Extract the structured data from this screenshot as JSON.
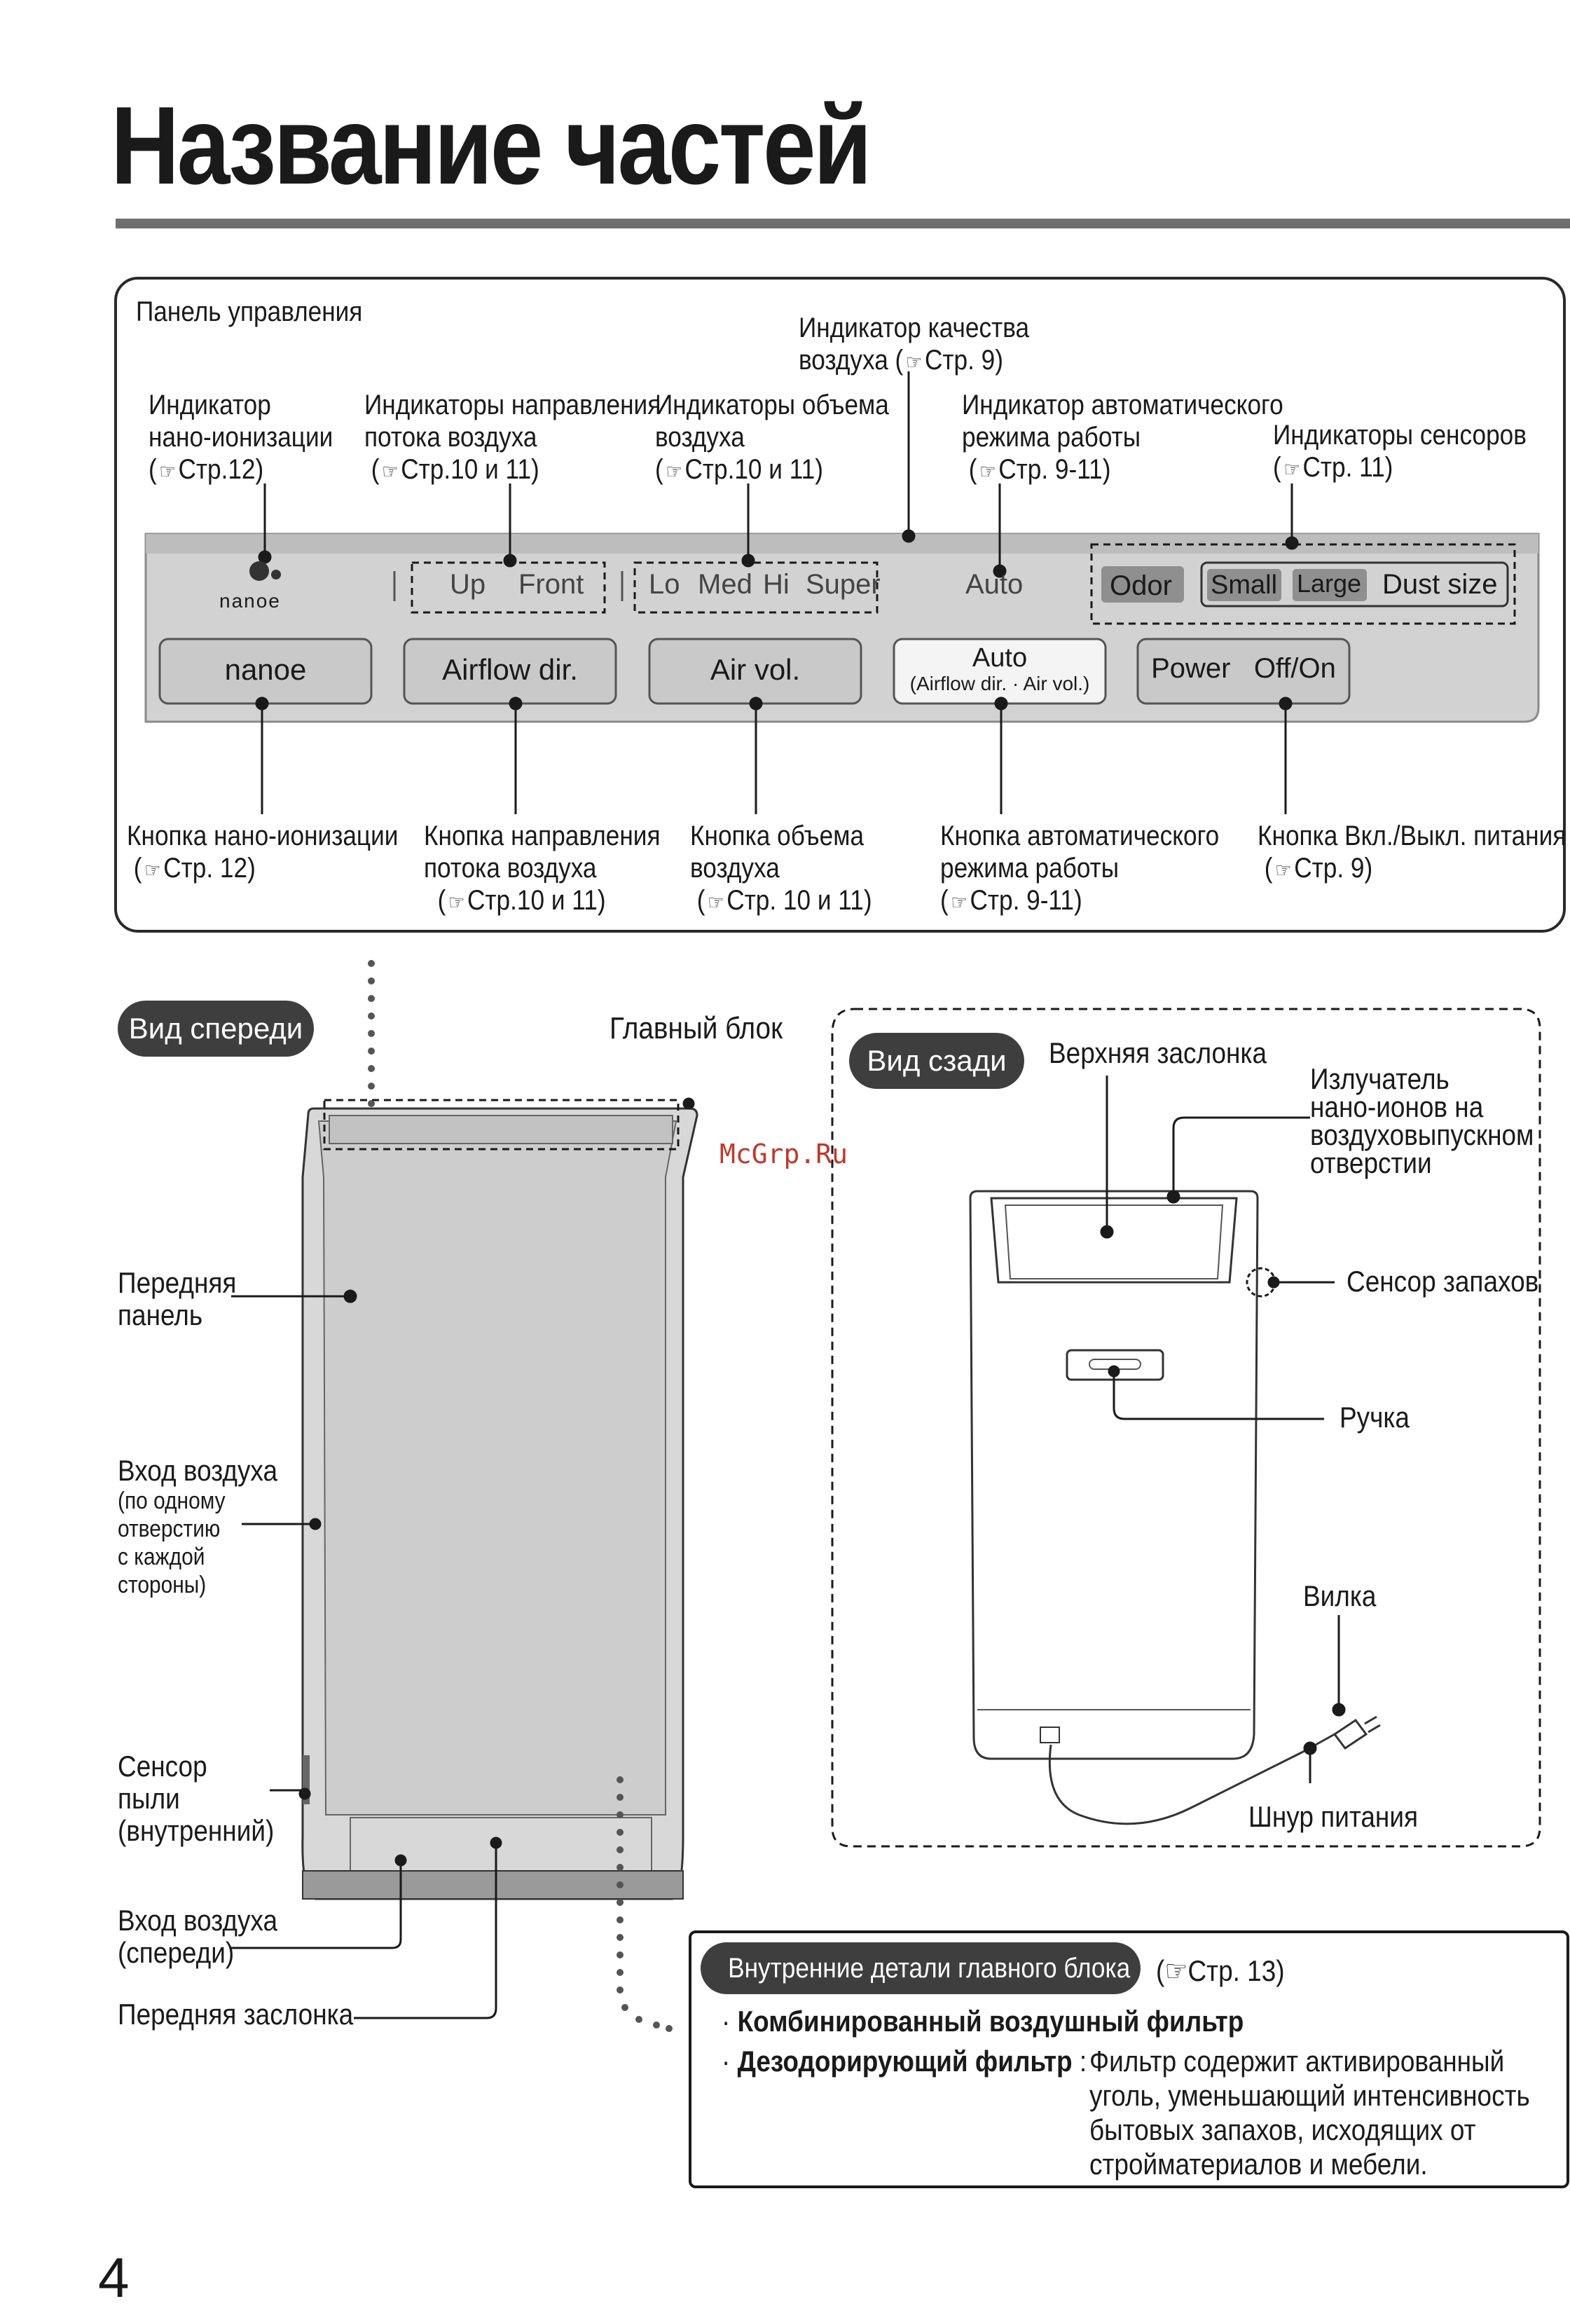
{
  "title": "Название частей",
  "page_number": "4",
  "watermark": "McGrp.Ru",
  "control_panel": {
    "heading": "Панель управления",
    "display": {
      "nanoe_logo": "nanoe",
      "airflow_indicators": [
        "Up",
        "Front"
      ],
      "volume_indicators": [
        "Lo",
        "Med",
        "Hi",
        "Super"
      ],
      "auto_indicator": "Auto",
      "sensor_indicators": [
        "Odor",
        "Small",
        "Large",
        "Dust size"
      ]
    },
    "buttons": {
      "nanoe": "nanoe",
      "airflow": "Airflow dir.",
      "air_vol": "Air vol.",
      "auto_line1": "Auto",
      "auto_line2": "(Airflow dir. · Air vol.)",
      "power": "Power   Off/On"
    },
    "top_labels": {
      "air_quality": {
        "line1": "Индикатор качества",
        "line2": "воздуха (",
        "ref": "Стр. 9)"
      },
      "nano_ion": {
        "line1": "Индикатор",
        "line2": "нано-ионизации",
        "ref": "Стр.12)"
      },
      "airflow_dir": {
        "line1": "Индикаторы направления",
        "line2": "потока воздуха",
        "ref": "Стр.10 и 11)"
      },
      "air_volume": {
        "line1": "Индикаторы объема",
        "line2": "воздуха",
        "ref": "Стр.10 и 11)"
      },
      "auto_mode": {
        "line1": "Индикатор автоматического",
        "line2": "режима работы",
        "ref": "Стр. 9-11)"
      },
      "sensors": {
        "line1": "Индикаторы сенсоров",
        "ref": "Стр. 11)"
      }
    },
    "bottom_labels": {
      "nano_btn": {
        "line1": "Кнопка нано-ионизации",
        "ref": "Стр. 12)"
      },
      "airflow_btn": {
        "line1": "Кнопка направления",
        "line2": "потока воздуха",
        "ref": "Стр.10 и 11)"
      },
      "volume_btn": {
        "line1": "Кнопка объема",
        "line2": "воздуха",
        "ref": "Стр. 10 и 11)"
      },
      "auto_btn": {
        "line1": "Кнопка автоматического",
        "line2": "режима работы",
        "ref": "Стр. 9-11)"
      },
      "power_btn": {
        "line1": "Кнопка Вкл./Выкл. питания",
        "ref": "Стр. 9)"
      }
    },
    "ref_open": "("
  },
  "front_view": {
    "badge": "Вид спереди",
    "main_unit": "Главный блок",
    "front_panel": [
      "Передняя",
      "панель"
    ],
    "air_inlet_side": [
      "Вход воздуха",
      "(по одному",
      "отверстию",
      "с каждой",
      "стороны)"
    ],
    "dust_sensor": [
      "Сенсор",
      "пыли",
      "(внутренний)"
    ],
    "air_inlet_front": [
      "Вход воздуха",
      "(спереди)"
    ],
    "front_louver": "Передняя заслонка"
  },
  "rear_view": {
    "badge": "Вид сзади",
    "top_louver": "Верхняя заслонка",
    "emitter": [
      "Излучатель",
      "нано-ионов на",
      "воздуховыпускном",
      "отверстии"
    ],
    "odor_sensor": "Сенсор запахов",
    "handle": "Ручка",
    "plug": "Вилка",
    "cord": "Шнур питания"
  },
  "internal_parts": {
    "badge": "Внутренние детали главного блока",
    "ref": "Стр. 13)",
    "item1": "Комбинированный воздушный фильтр",
    "item2": "Дезодорирующий фильтр",
    "item2_colon": ":",
    "item2_desc": [
      "Фильтр содержит активированный",
      "уголь, уменьшающий интенсивность",
      "бытовых запахов, исходящих от",
      "стройматериалов и мебели."
    ]
  },
  "colors": {
    "panel_gray": "#d0d0d0",
    "button_gray": "#c9c9c9",
    "badge_dark": "#3e3e3e",
    "watermark": "#c0392b"
  }
}
